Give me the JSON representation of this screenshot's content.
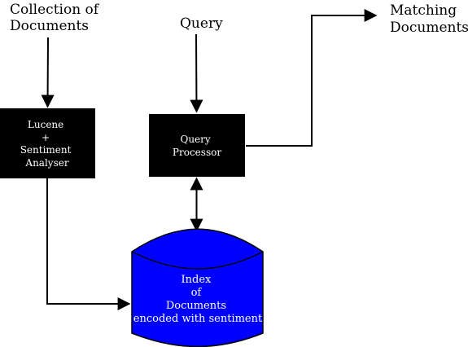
{
  "nodes": {
    "collection": {
      "lines": [
        "Collection of",
        "Documents"
      ]
    },
    "query": {
      "lines": [
        "Query"
      ]
    },
    "matching": {
      "lines": [
        "Matching",
        "Documents"
      ]
    },
    "lucene": {
      "lines": [
        "Lucene",
        "+",
        "Sentiment",
        "Analyser"
      ]
    },
    "processor": {
      "lines": [
        "Query",
        "Processor"
      ]
    },
    "index": {
      "lines": [
        "Index",
        "of",
        "Documents",
        "encoded with sentiment"
      ]
    }
  },
  "edges": [
    {
      "from": "collection",
      "to": "lucene",
      "direction": "forward"
    },
    {
      "from": "query",
      "to": "processor",
      "direction": "forward"
    },
    {
      "from": "processor",
      "to": "matching",
      "direction": "forward"
    },
    {
      "from": "lucene",
      "to": "index",
      "direction": "forward"
    },
    {
      "from": "processor",
      "to": "index",
      "direction": "both"
    }
  ],
  "colors": {
    "box_fill": "#000000",
    "box_text": "#ffffff",
    "database_fill": "#0000ff",
    "database_text": "#ffffff",
    "line": "#000000",
    "background": "#ffffff"
  }
}
